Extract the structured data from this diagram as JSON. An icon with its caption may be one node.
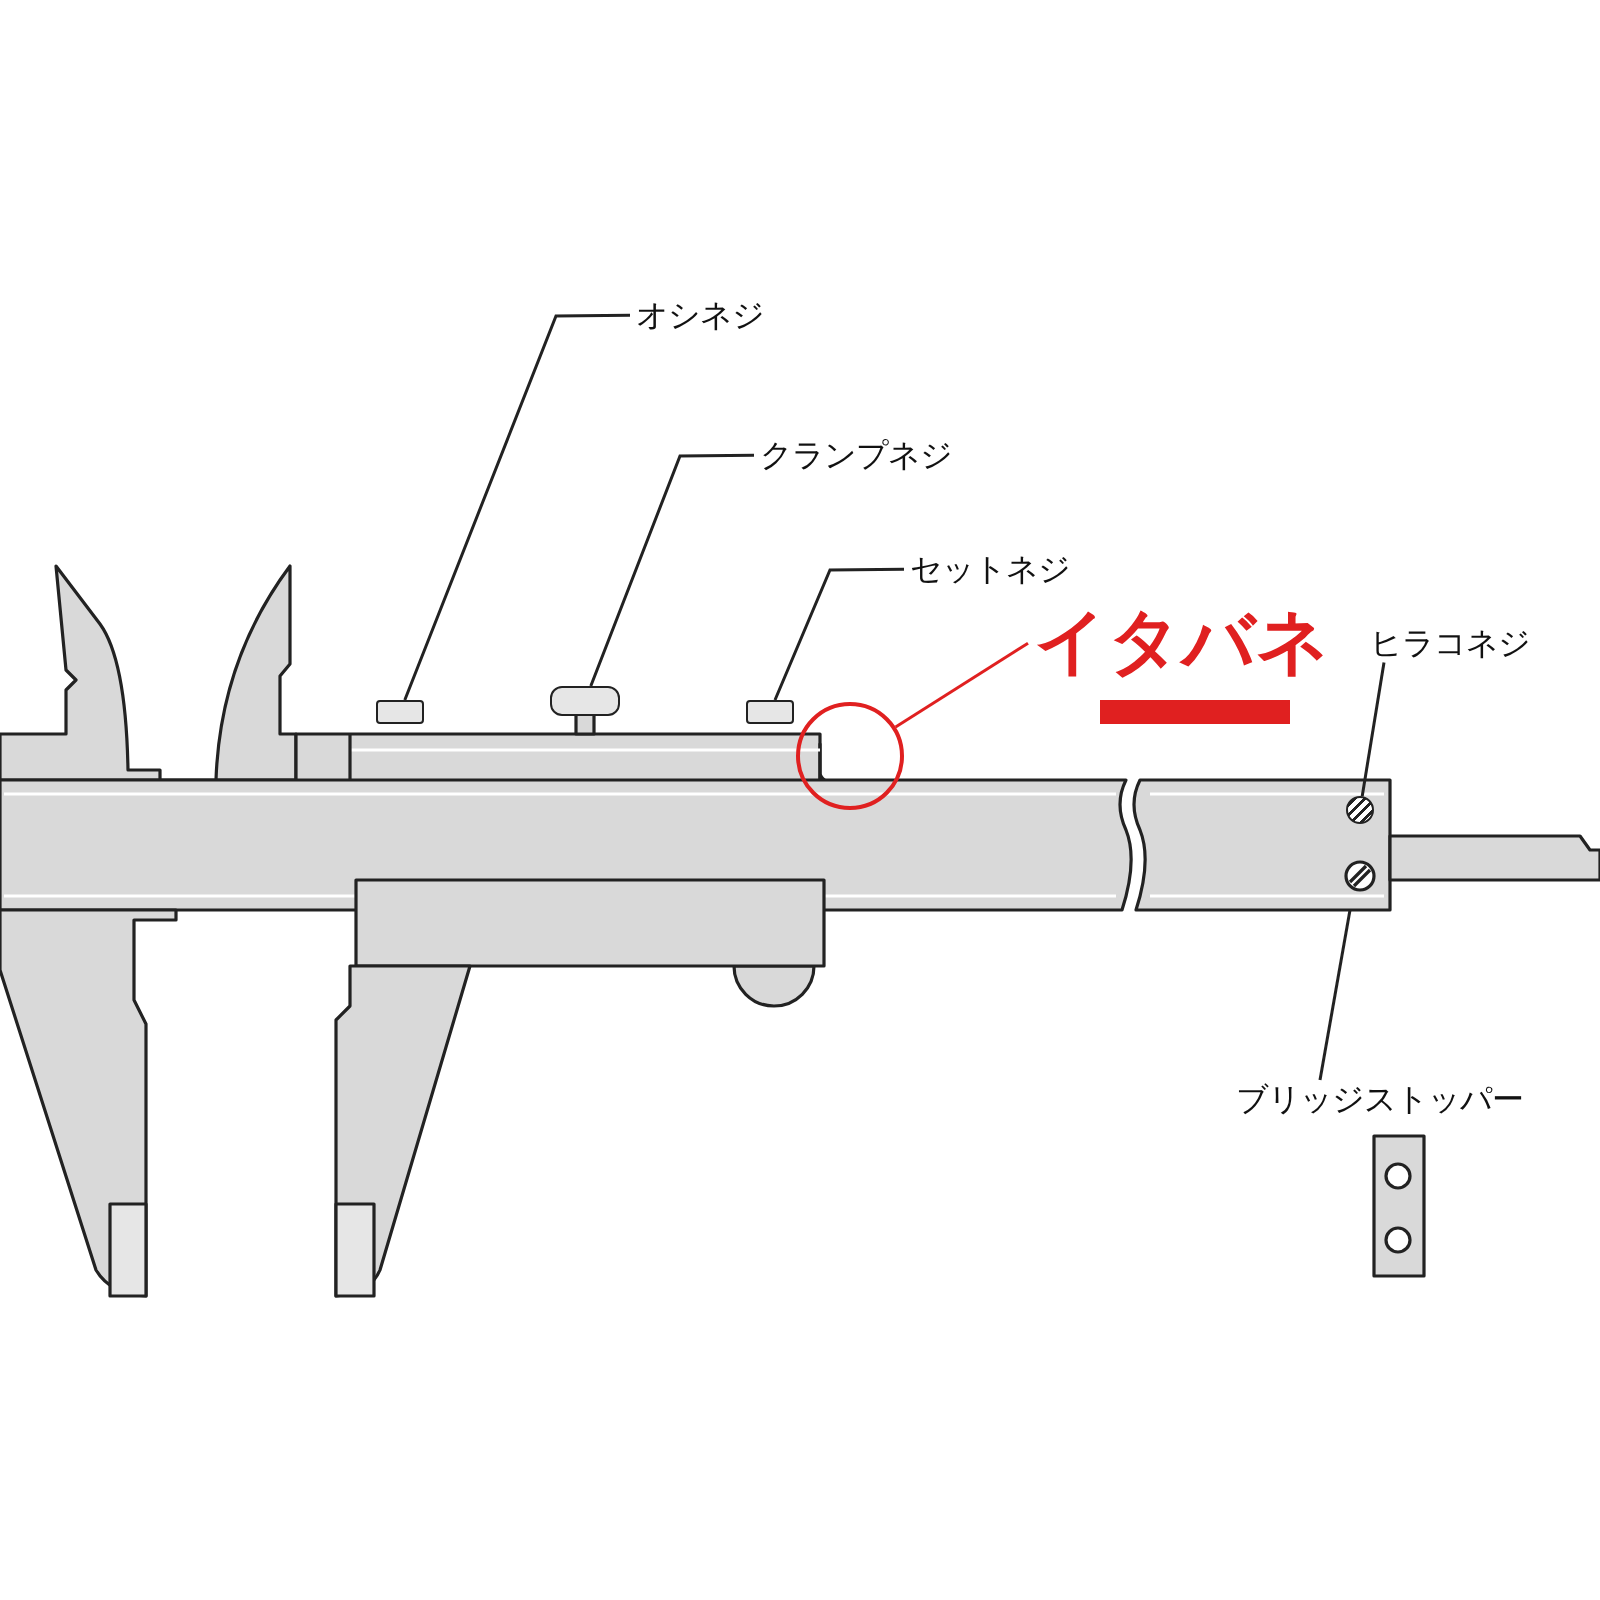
{
  "diagram": {
    "nodes": [
      {
        "text": [
          "オシネジ"
        ]
      },
      {
        "text": [
          "クランプネジ"
        ]
      },
      {
        "text": [
          "セットネジ"
        ]
      },
      {
        "text": [
          "イタバネ"
        ]
      },
      {
        "text": [
          "ヒラコネジ"
        ]
      },
      {
        "text": [
          "ブリッジストッパー"
        ]
      },
      {
        "text": [],
        "shape": "box"
      },
      {
        "text": [],
        "shape": "box"
      },
      {
        "text": [],
        "shape": "box"
      },
      {
        "text": [],
        "shape": "circle"
      },
      {
        "text": [],
        "shape": "circle"
      }
    ],
    "edges": [
      {
        "from": 0,
        "to": 6,
        "arrow": "none"
      },
      {
        "from": 1,
        "to": 7,
        "arrow": "none"
      },
      {
        "from": 2,
        "to": 8,
        "arrow": "none"
      },
      {
        "from": 3,
        "to": 9,
        "arrow": "none",
        "color": "#e02020"
      },
      {
        "from": 4,
        "to": 10,
        "arrow": "none"
      },
      {
        "from": 5,
        "to": null,
        "arrow": "none"
      }
    ]
  }
}
